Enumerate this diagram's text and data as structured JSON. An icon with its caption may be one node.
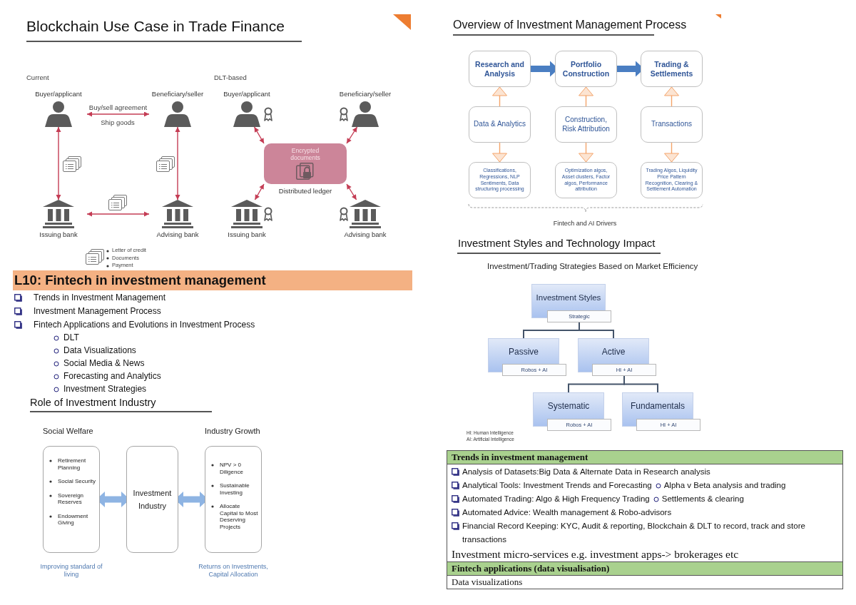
{
  "diagram": {
    "nodes": [
      {
        "text": [
          "Buyer/applicant"
        ]
      },
      {
        "text": [
          "Beneficiary/seller"
        ]
      },
      {
        "text": [
          "Issuing bank"
        ]
      },
      {
        "text": [
          "Advising bank"
        ]
      },
      {
        "text": [
          "Buyer/applicant"
        ]
      },
      {
        "text": [
          "Beneficiary/seller"
        ]
      },
      {
        "text": [
          "Encrypted documents"
        ],
        "beside": [
          "Distributed ledger"
        ]
      },
      {
        "text": [
          "Issuing bank"
        ]
      },
      {
        "text": [
          "Advising bank"
        ]
      },
      {
        "text": [
          "Social Welfare",
          "Retirement Planning",
          "Social Security",
          "Sovereign Reserves",
          "Endowment Giving"
        ],
        "beside": [
          "Improving standard of living"
        ]
      },
      {
        "text": [
          "Investment Industry"
        ]
      },
      {
        "text": [
          "Industry Growth",
          "NPV > 0 Diligence",
          "Sustainable Investing",
          "Allocate Capital to Most Deserving Projects"
        ],
        "beside": [
          "Returns on Investments, Capital Allocation"
        ]
      },
      {
        "text": [
          "Research and Analysis"
        ]
      },
      {
        "text": [
          "Portfolio Construction"
        ]
      },
      {
        "text": [
          "Trading & Settlements"
        ]
      },
      {
        "text": [
          "Data & Analytics"
        ]
      },
      {
        "text": [
          "Construction, Risk Attribution"
        ]
      },
      {
        "text": [
          "Transactions"
        ]
      },
      {
        "text": [
          "Classifications, Regressions, NLP Sentiments, Data structuring processing"
        ]
      },
      {
        "text": [
          "Optimization algos, Asset clusters, Factor algos, Performance attribution"
        ]
      },
      {
        "text": [
          "Trading Algos, Liquidity Price Pattern Recognition, Clearing & Settlement Automation"
        ]
      },
      {
        "text": [
          "Investment Styles"
        ]
      },
      {
        "text": [
          "Strategic"
        ]
      },
      {
        "text": [
          "Passive"
        ]
      },
      {
        "text": [
          "Robos + AI"
        ]
      },
      {
        "text": [
          "Active"
        ]
      },
      {
        "text": [
          "HI + AI"
        ]
      },
      {
        "text": [
          "Systematic"
        ]
      },
      {
        "text": [
          "Robos + AI"
        ]
      },
      {
        "text": [
          "Fundamentals"
        ]
      },
      {
        "text": [
          "HI + AI"
        ]
      }
    ],
    "edges": [
      {
        "from": 0,
        "to": 1,
        "arrow": "both",
        "label": "Buy/sell agreement"
      },
      {
        "from": 0,
        "to": 2,
        "arrow": "both"
      },
      {
        "from": 1,
        "to": 3,
        "arrow": "both"
      },
      {
        "from": 2,
        "to": 3,
        "arrow": "both"
      },
      {
        "from": 4,
        "to": 6,
        "arrow": "both"
      },
      {
        "from": 5,
        "to": 6,
        "arrow": "both"
      },
      {
        "from": 7,
        "to": 6,
        "arrow": "both"
      },
      {
        "from": 8,
        "to": 6,
        "arrow": "both"
      },
      {
        "from": 9,
        "to": 10,
        "arrow": "both",
        "style": "thick",
        "color": "#8eb4e3"
      },
      {
        "from": 10,
        "to": 11,
        "arrow": "both",
        "style": "thick",
        "color": "#8eb4e3"
      },
      {
        "from": 12,
        "to": 13,
        "arrow": "to",
        "style": "thick",
        "color": "#4a7ec2"
      },
      {
        "from": 13,
        "to": 14,
        "arrow": "to",
        "style": "thick",
        "color": "#4a7ec2"
      },
      {
        "from": 15,
        "to": 12,
        "arrow": "to",
        "color": "#f4a46a"
      },
      {
        "from": 16,
        "to": 13,
        "arrow": "to",
        "color": "#f4a46a"
      },
      {
        "from": 17,
        "to": 14,
        "arrow": "to",
        "color": "#f4a46a"
      },
      {
        "from": 15,
        "to": 18,
        "arrow": "to",
        "color": "#f4a46a"
      },
      {
        "from": 16,
        "to": 19,
        "arrow": "to",
        "color": "#f4a46a"
      },
      {
        "from": 17,
        "to": 20,
        "arrow": "to",
        "color": "#f4a46a"
      },
      {
        "from": 22,
        "to": 23,
        "arrow": "none",
        "color": "#44546a"
      },
      {
        "from": 22,
        "to": 25,
        "arrow": "none",
        "color": "#44546a"
      },
      {
        "from": 26,
        "to": 27,
        "arrow": "none",
        "color": "#44546a"
      },
      {
        "from": 26,
        "to": 29,
        "arrow": "none",
        "color": "#44546a"
      }
    ],
    "labels": [
      "Blockchain Use Case in Trade Finance",
      "Current",
      "DLT-based",
      "Ship goods",
      "L10: Fintech in investment management",
      "Trends in Investment Management",
      "Investment Management Process",
      "Fintech Applications and Evolutions in Investment Process",
      "DLT",
      "Data Visualizations",
      "Social Media & News",
      "Forecasting and Analytics",
      "Investment Strategies",
      "Role of Investment Industry",
      "Overview of Investment Management Process",
      "Fintech and AI Drivers",
      "Investment Styles and Technology Impact",
      "Investment/Trading Strategies Based on Market Efficiency",
      "HI: Human Intelligence",
      "AI: Artificial Intelligence",
      "Trends in investment management",
      "Analysis of Datasets:Big Data & Alternate Data in Research analysis",
      "Analytical Tools: Investment Trends and Forecasting",
      "Alpha v Beta analysis and trading",
      "Automated Trading: Algo & High Frequency Trading",
      "Settlements & clearing",
      "Automated Advice: Wealth management & Robo-advisors",
      "Financial Record Keeping: KYC, Audit & reporting, Blockchain & DLT to record, track and store transactions",
      "Investment micro-services e.g. investment apps-> brokerages etc",
      "Fintech applications (data visualisation)",
      "Data visualizations"
    ],
    "legend": [
      {
        "text": "Letter of credit"
      },
      {
        "text": "Documents"
      },
      {
        "text": "Payment"
      }
    ]
  }
}
